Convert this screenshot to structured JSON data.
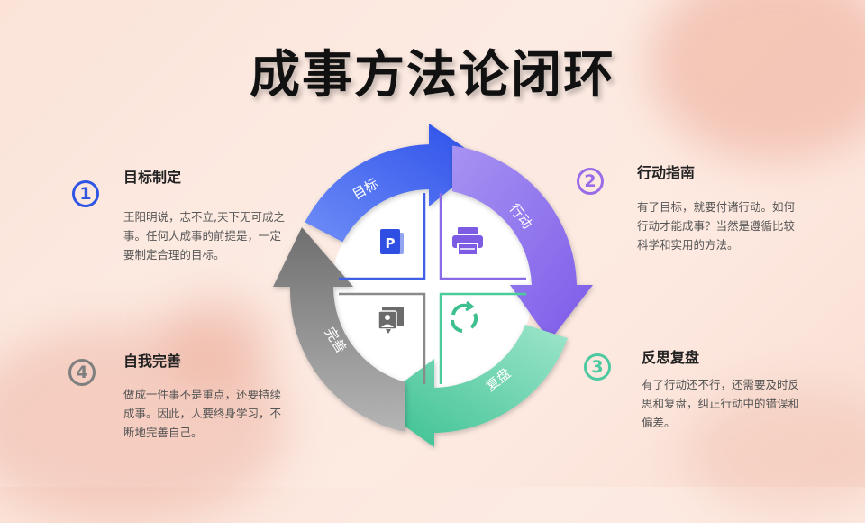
{
  "title": "成事方法论闭环",
  "cycle": {
    "arrows": [
      "目标",
      "行动",
      "复盘",
      "完善"
    ],
    "icons": [
      "powerpoint-icon",
      "printer-icon",
      "refresh-cycle-icon",
      "gallery-icon"
    ],
    "colors": {
      "blue": "#3f63f2",
      "purple": "#8a67ee",
      "green": "#4dcfa0",
      "gray": "#8f8f8f"
    }
  },
  "steps": [
    {
      "number": "1",
      "title": "目标制定",
      "text": "王阳明说，志不立,天下无可成之事。任何人成事的前提是，一定要制定合理的目标。",
      "color": "#2f55e4"
    },
    {
      "number": "2",
      "title": "行动指南",
      "text": "有了目标，就要付诸行动。如何行动才能成事？当然是遵循比较科学和实用的方法。",
      "color": "#9b6ce8"
    },
    {
      "number": "3",
      "title": "反思复盘",
      "text": "有了行动还不行，还需要及时反思和复盘，纠正行动中的错误和偏差。",
      "color": "#4cc9a0"
    },
    {
      "number": "4",
      "title": "自我完善",
      "text": "做成一件事不是重点，还要持续成事。因此，人要终身学习，不断地完善自己。",
      "color": "#7f7f7f"
    }
  ]
}
